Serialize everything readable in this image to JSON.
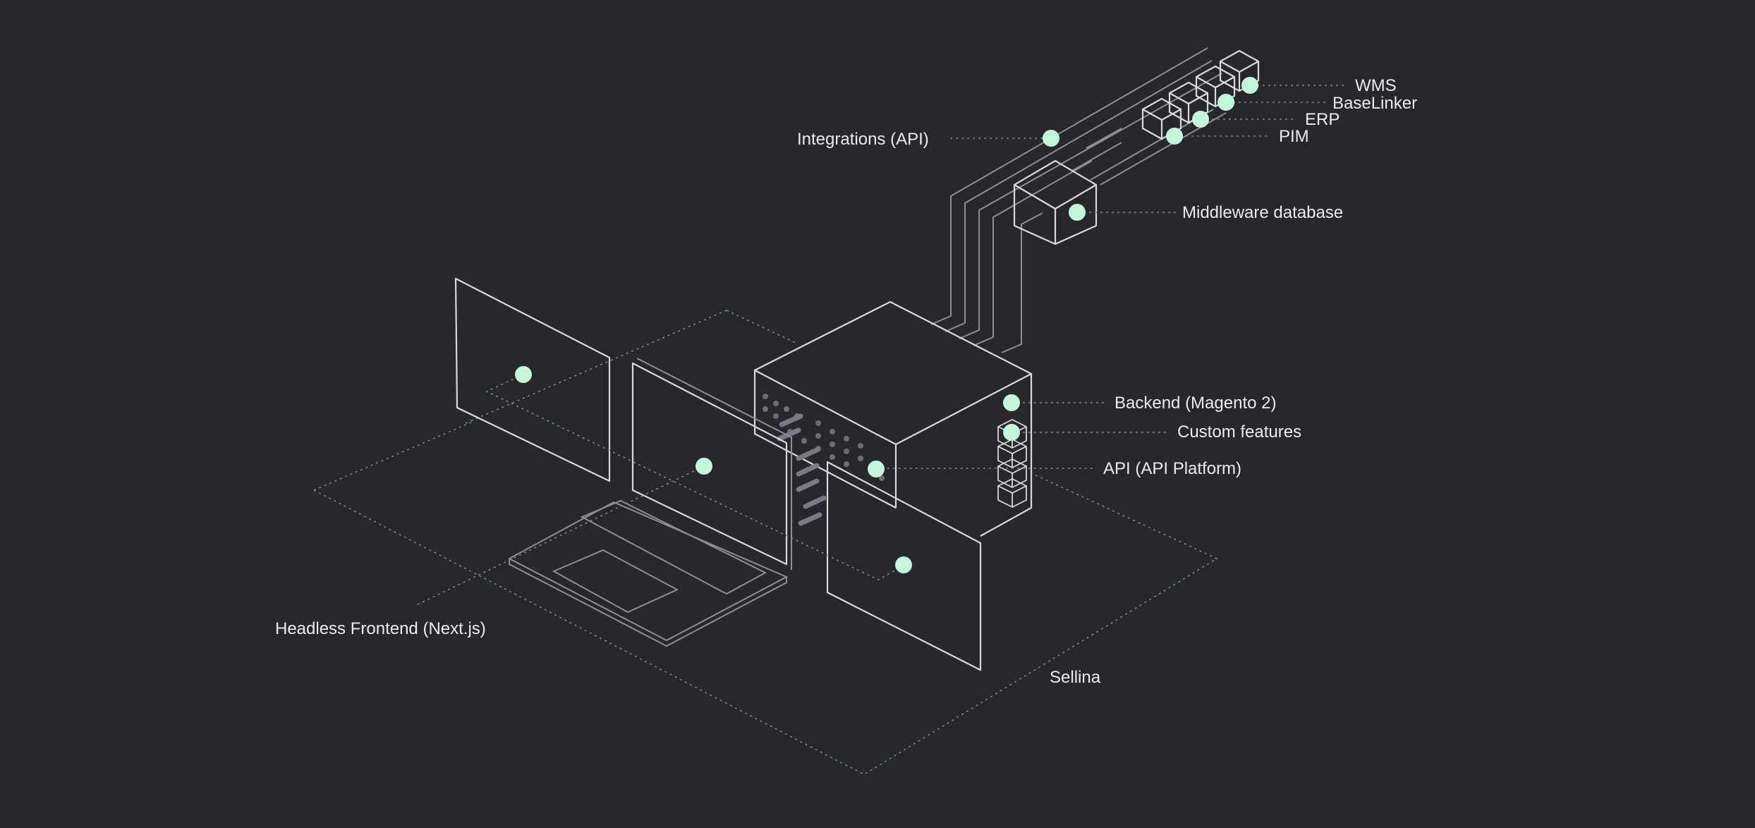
{
  "labels": {
    "integrations": "Integrations (API)",
    "wms": "WMS",
    "baselinker": "BaseLinker",
    "erp": "ERP",
    "pim": "PIM",
    "middleware": "Middleware database",
    "backend": "Backend (Magento 2)",
    "custom_features": "Custom features",
    "api": "API (API Platform)",
    "frontend": "Headless Frontend (Next.js)",
    "platform": "Sellina"
  },
  "colors": {
    "background": "#28282c",
    "line": "#d9d9dc",
    "line_muted": "#8e8e93",
    "dashed_leader": "#7c8a86",
    "marker": "#c3f7dd",
    "text": "#ececec"
  }
}
